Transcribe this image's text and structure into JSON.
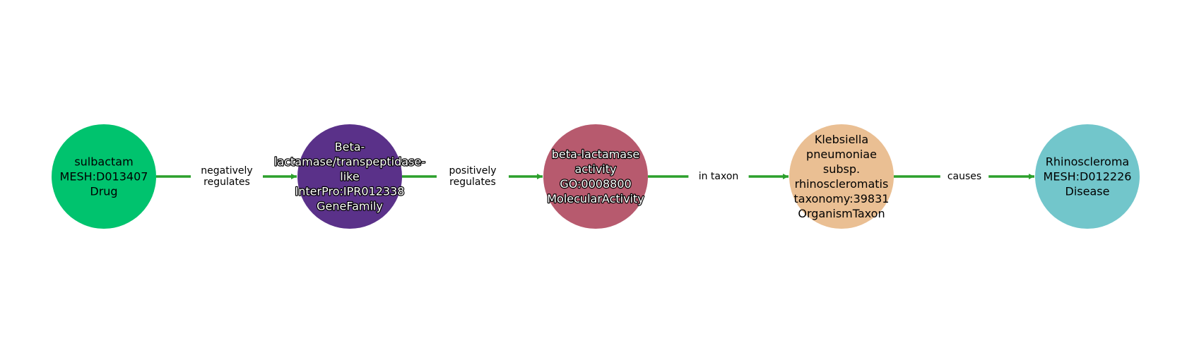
{
  "edge_color": "#2ca02c",
  "nodes": [
    {
      "id": "n1",
      "lines": [
        "sulbactam",
        "MESH:D013407",
        "Drug"
      ],
      "fill": "#00c36e",
      "label_style": "plain"
    },
    {
      "id": "n2",
      "lines": [
        "Beta-",
        "lactamase/transpeptidase-",
        "like",
        "InterPro:IPR012338",
        "GeneFamily"
      ],
      "fill": "#5a3189",
      "label_style": "outlined"
    },
    {
      "id": "n3",
      "lines": [
        "beta-lactamase",
        "activity",
        "GO:0008800",
        "MolecularActivity"
      ],
      "fill": "#b75a6e",
      "label_style": "outlined"
    },
    {
      "id": "n4",
      "lines": [
        "Klebsiella",
        "pneumoniae",
        "subsp.",
        "rhinoscleromatis",
        "taxonomy:39831",
        "OrganismTaxon"
      ],
      "fill": "#eabf93",
      "label_style": "plain"
    },
    {
      "id": "n5",
      "lines": [
        "Rhinoscleroma",
        "MESH:D012226",
        "Disease"
      ],
      "fill": "#72c6cb",
      "label_style": "plain"
    }
  ],
  "edges": [
    {
      "from": "n1",
      "to": "n2",
      "lines": [
        "negatively",
        "regulates"
      ]
    },
    {
      "from": "n2",
      "to": "n3",
      "lines": [
        "positively",
        "regulates"
      ]
    },
    {
      "from": "n3",
      "to": "n4",
      "lines": [
        "in taxon"
      ]
    },
    {
      "from": "n4",
      "to": "n5",
      "lines": [
        "causes"
      ]
    }
  ]
}
